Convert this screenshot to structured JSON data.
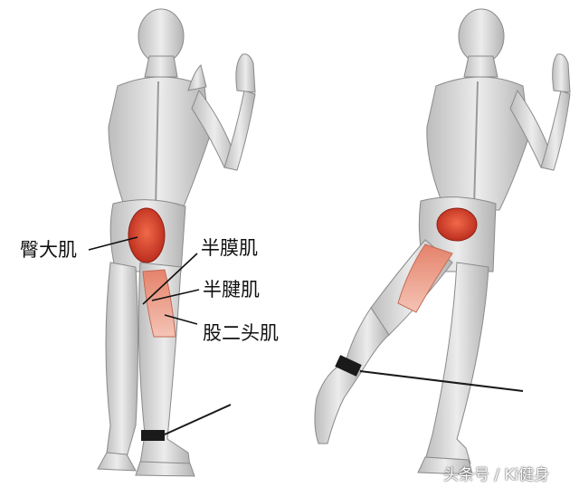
{
  "labels": {
    "gluteus": "臀大肌",
    "semimembranosus": "半膜肌",
    "semitendinosus": "半腱肌",
    "biceps_femoris": "股二头肌"
  },
  "watermark": "头条号 / Ki健身",
  "colors": {
    "muscle_red": "#d23a25",
    "muscle_light": "#e8a08e",
    "body_gray": "#d9d9d9",
    "body_shade": "#a9a9a9",
    "band": "#1a1a1a"
  }
}
